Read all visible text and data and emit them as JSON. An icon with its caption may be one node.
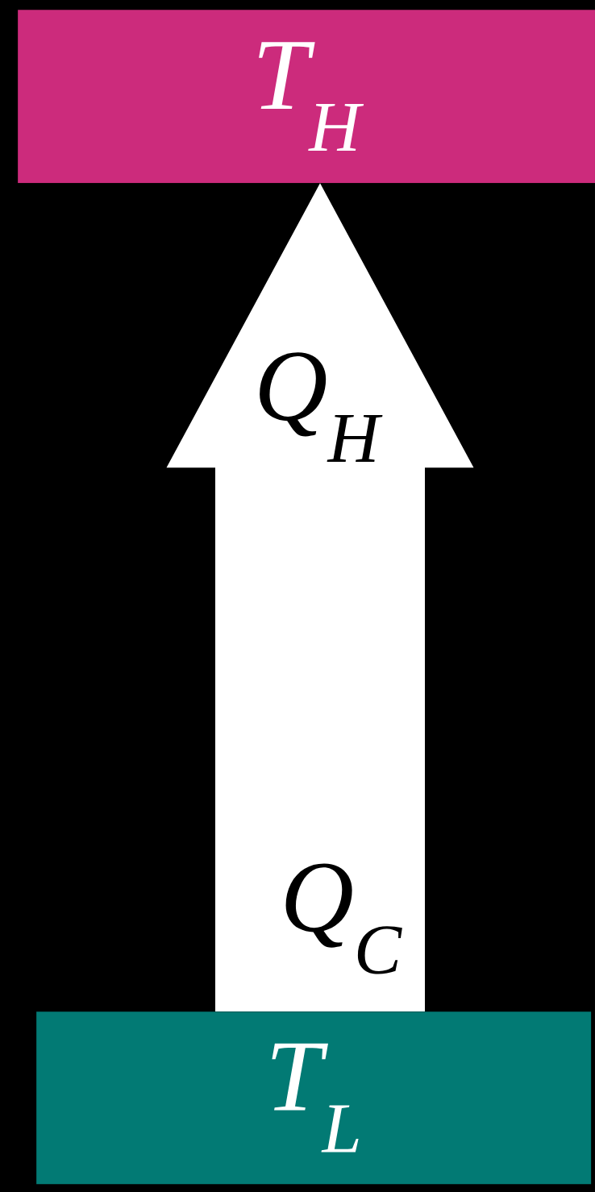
{
  "diagram": {
    "nodes": [
      {
        "text": [
          "T$_{H}$"
        ]
      },
      {
        "text": [
          "T$_{L}$"
        ]
      }
    ],
    "edges": [
      {
        "from": 1,
        "to": 0,
        "arrow": "to"
      }
    ],
    "labels": [
      "Q$_{H}$",
      "Q$_{C}$"
    ]
  }
}
